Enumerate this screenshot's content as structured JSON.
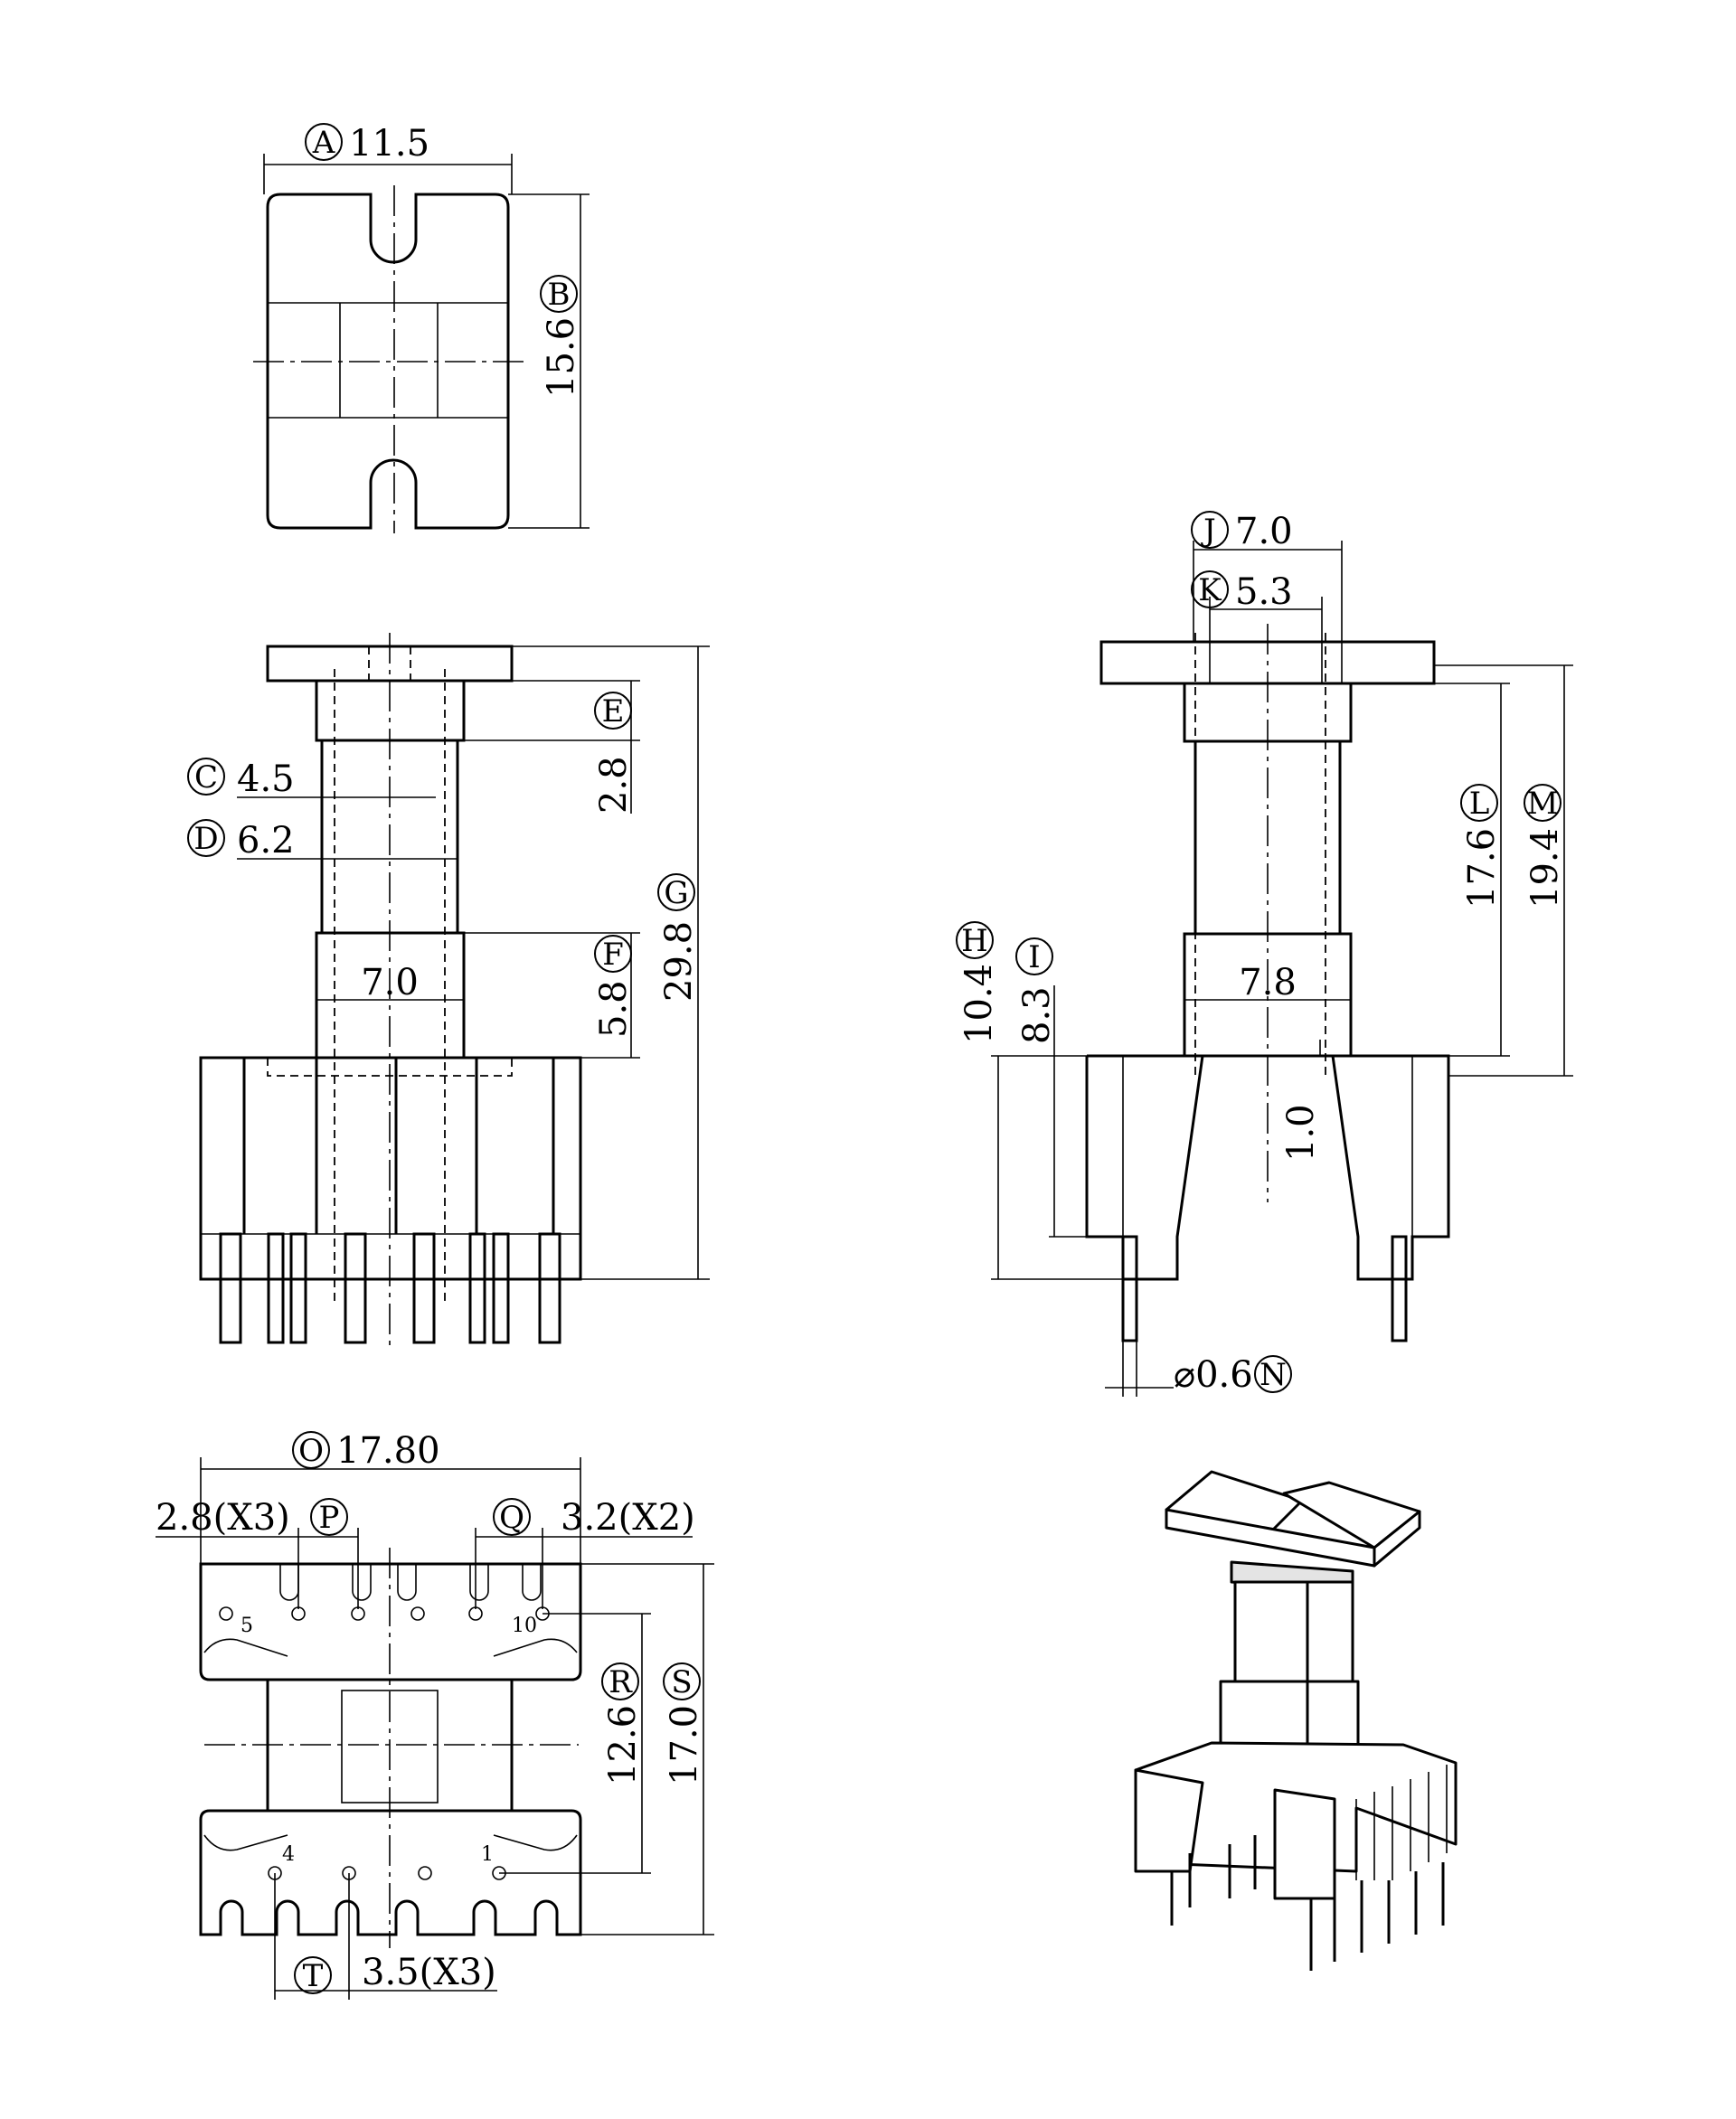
{
  "top_view": {
    "A": {
      "letter": "A",
      "value": "11.5"
    },
    "B": {
      "letter": "B",
      "value": "15.6"
    }
  },
  "front_view": {
    "C": {
      "letter": "C",
      "value": "4.5"
    },
    "D": {
      "letter": "D",
      "value": "6.2"
    },
    "E": {
      "letter": "E",
      "value": "2.8"
    },
    "F": {
      "letter": "F",
      "value": "5.8"
    },
    "G": {
      "letter": "G",
      "value": "29.8"
    },
    "flange_width": "7.0"
  },
  "side_view": {
    "J": {
      "letter": "J",
      "value": "7.0"
    },
    "K": {
      "letter": "K",
      "value": "5.3"
    },
    "L": {
      "letter": "L",
      "value": "17.6"
    },
    "M": {
      "letter": "M",
      "value": "19.4"
    },
    "H": {
      "letter": "H",
      "value": "10.4"
    },
    "I": {
      "letter": "I",
      "value": "8.3"
    },
    "flange_width": "7.8",
    "offset": "1.0",
    "N": {
      "letter": "N",
      "value": "⌀0.6"
    }
  },
  "bottom_view": {
    "O": {
      "letter": "O",
      "value": "17.80"
    },
    "P": {
      "letter": "P",
      "value": "2.8(X3)"
    },
    "Q": {
      "letter": "Q",
      "value": "3.2(X2)"
    },
    "R": {
      "letter": "R",
      "value": "12.6"
    },
    "S": {
      "letter": "S",
      "value": "17.0"
    },
    "T": {
      "letter": "T",
      "value": "3.5(X3)"
    },
    "pins": {
      "p5": "5",
      "p10": "10",
      "p4": "4",
      "p1": "1"
    }
  }
}
